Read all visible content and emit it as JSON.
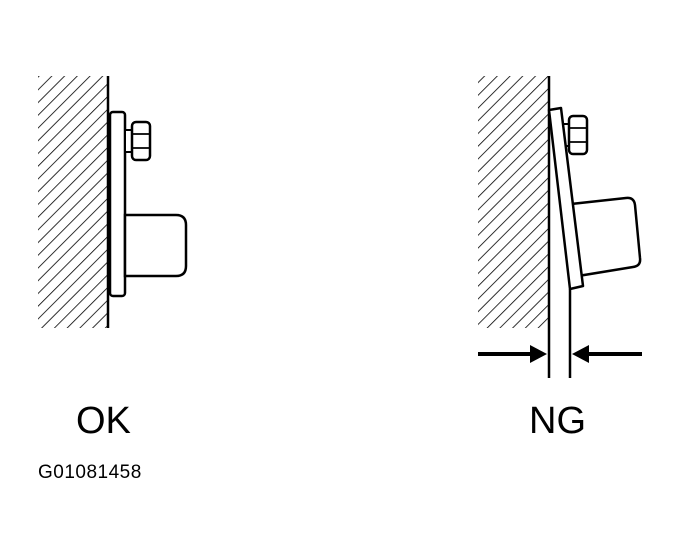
{
  "labels": {
    "ok": "OK",
    "ng": "NG"
  },
  "figure_code": "G01081458",
  "colors": {
    "ink": "#000000",
    "background": "#ffffff"
  }
}
